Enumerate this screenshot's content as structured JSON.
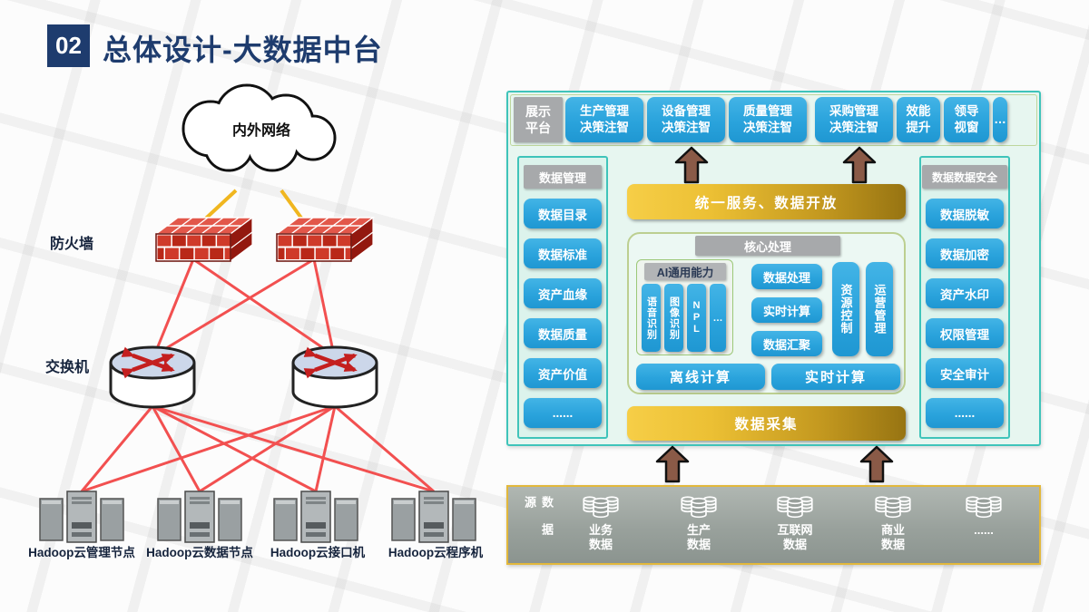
{
  "slide": {
    "badge": "02",
    "title": "总体设计-大数据中台"
  },
  "network": {
    "cloud_label": "内外网络",
    "firewall_label": "防火墙",
    "switch_label": "交换机",
    "server_labels": [
      "Hadoop云管理节点",
      "Hadoop云数据节点",
      "Hadoop云接口机",
      "Hadoop云程序机"
    ]
  },
  "platform": {
    "display_label": "展示\n平台",
    "display_boxes": [
      "生产管理\n决策注智",
      "设备管理\n决策注智",
      "质量管理\n决策注智",
      "采购管理\n决策注智",
      "效能\n提升",
      "领导\n视窗",
      "…"
    ],
    "left_panel": {
      "header": "数据管理",
      "items": [
        "数据目录",
        "数据标准",
        "资产血缘",
        "数据质量",
        "资产价值",
        "......"
      ]
    },
    "right_panel": {
      "header": "数据数据安全",
      "items": [
        "数据脱敏",
        "数据加密",
        "资产水印",
        "权限管理",
        "安全审计",
        "......"
      ]
    },
    "unified_service": "统一服务、数据开放",
    "core": {
      "header": "核心处理",
      "ai": {
        "header": "AI通用能力",
        "items": [
          "语音识别",
          "图像识别",
          "NPL",
          "…"
        ]
      },
      "mid_items": [
        "数据处理",
        "实时计算",
        "数据汇聚"
      ],
      "vertical_items": [
        "资源控制",
        "运营管理"
      ],
      "bottom_items": [
        "离线计算",
        "实时计算"
      ]
    },
    "collect": "数据采集",
    "sources": {
      "label": "数\n据\n源",
      "items": [
        "业务\n数据",
        "生产\n数据",
        "互联网\n数据",
        "商业\n数据",
        "......"
      ]
    }
  },
  "colors": {
    "title_navy": "#1e3c6e",
    "box_blue": "#2aa3dc",
    "header_gray": "#a7a9ab",
    "gold_left": "#f6ce47",
    "gold_right": "#977412",
    "frame_teal": "#3fc4ba",
    "frame_green": "#bdd69c",
    "arrow_brown": "#8a5a47",
    "line_red": "#f25050",
    "line_yellow": "#f0b61f",
    "strip_gray": "#99a19c",
    "strip_border_gold": "#e2b83c"
  }
}
